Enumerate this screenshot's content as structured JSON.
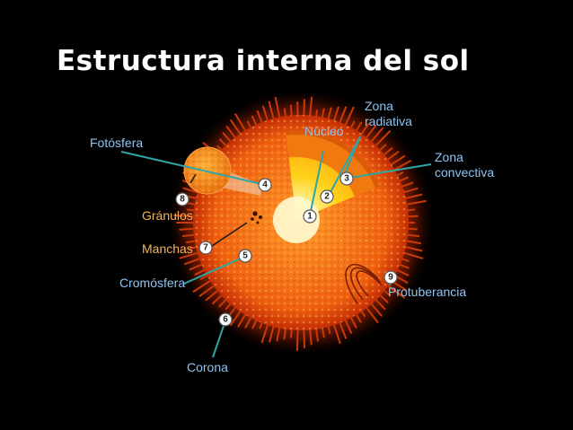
{
  "title": "Estructura interna del sol",
  "labels": {
    "zona_radiativa": [
      "Zona",
      "radiativa"
    ],
    "nucleo": "Núcleo",
    "fotosfera": "Fotósfera",
    "zona_convectiva": [
      "Zona",
      "convectiva"
    ],
    "granulos": "Gránulos",
    "manchas": "Manchas",
    "cromosfera": "Cromósfera",
    "protuberancia": "Protuberancia",
    "corona": "Corona"
  },
  "markers": {
    "nucleo": "1",
    "zona_radiativa": "2",
    "zona_convectiva": "3",
    "fotosfera": "4",
    "cromosfera": "5",
    "corona": "6",
    "manchas": "7",
    "granulos": "8",
    "protuberancia": "9"
  },
  "colors": {
    "background": "#000000",
    "title": "#ffffff",
    "label_blue": "#8fc3f3",
    "label_yellow": "#f2b45a",
    "leader": "#2fa5a5"
  }
}
